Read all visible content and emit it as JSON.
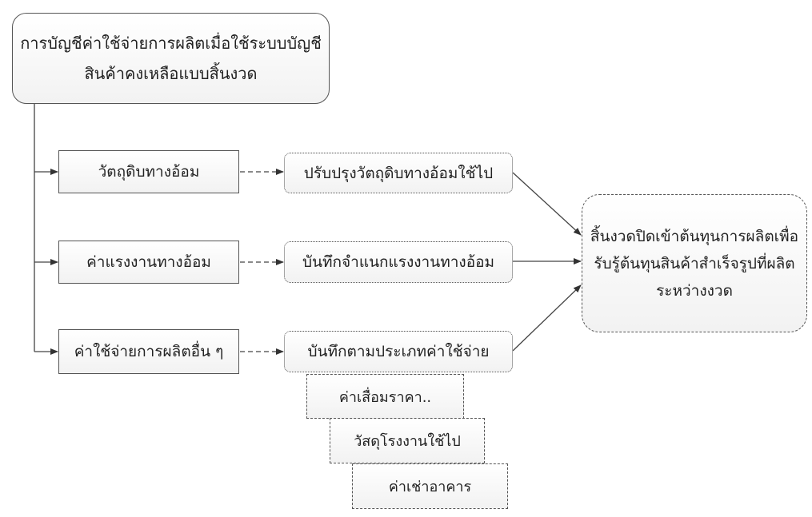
{
  "title": "การบัญชีค่าใช้จ่ายการผลิตเมื่อใช้ระบบบัญชีสินค้าคงเหลือแบบสิ้นงวด",
  "categories": [
    {
      "label": "วัตถุดิบทางอ้อม",
      "action": "ปรับปรุงวัตถุดิบทางอ้อมใช้ไป"
    },
    {
      "label": "ค่าแรงงานทางอ้อม",
      "action": "บันทึกจำแนกแรงงานทางอ้อม"
    },
    {
      "label": "ค่าใช้จ่ายการผลิตอื่น ๆ",
      "action": "บันทึกตามประเภทค่าใช้จ่าย"
    }
  ],
  "result": "สิ้นงวดปิดเข้าต้นทุนการผลิตเพื่อรับรู้ต้นทุนสินค้าสำเร็จรูปที่ผลิตระหว่างงวด",
  "expense_types": [
    "ค่าเสื่อมราคา..",
    "วัสดุโรงงานใช้ไป",
    "ค่าเช่าอาคาร"
  ],
  "colors": {
    "stroke": "#555555",
    "fill_top": "#ffffff",
    "fill_bottom": "#f2f2f2"
  }
}
